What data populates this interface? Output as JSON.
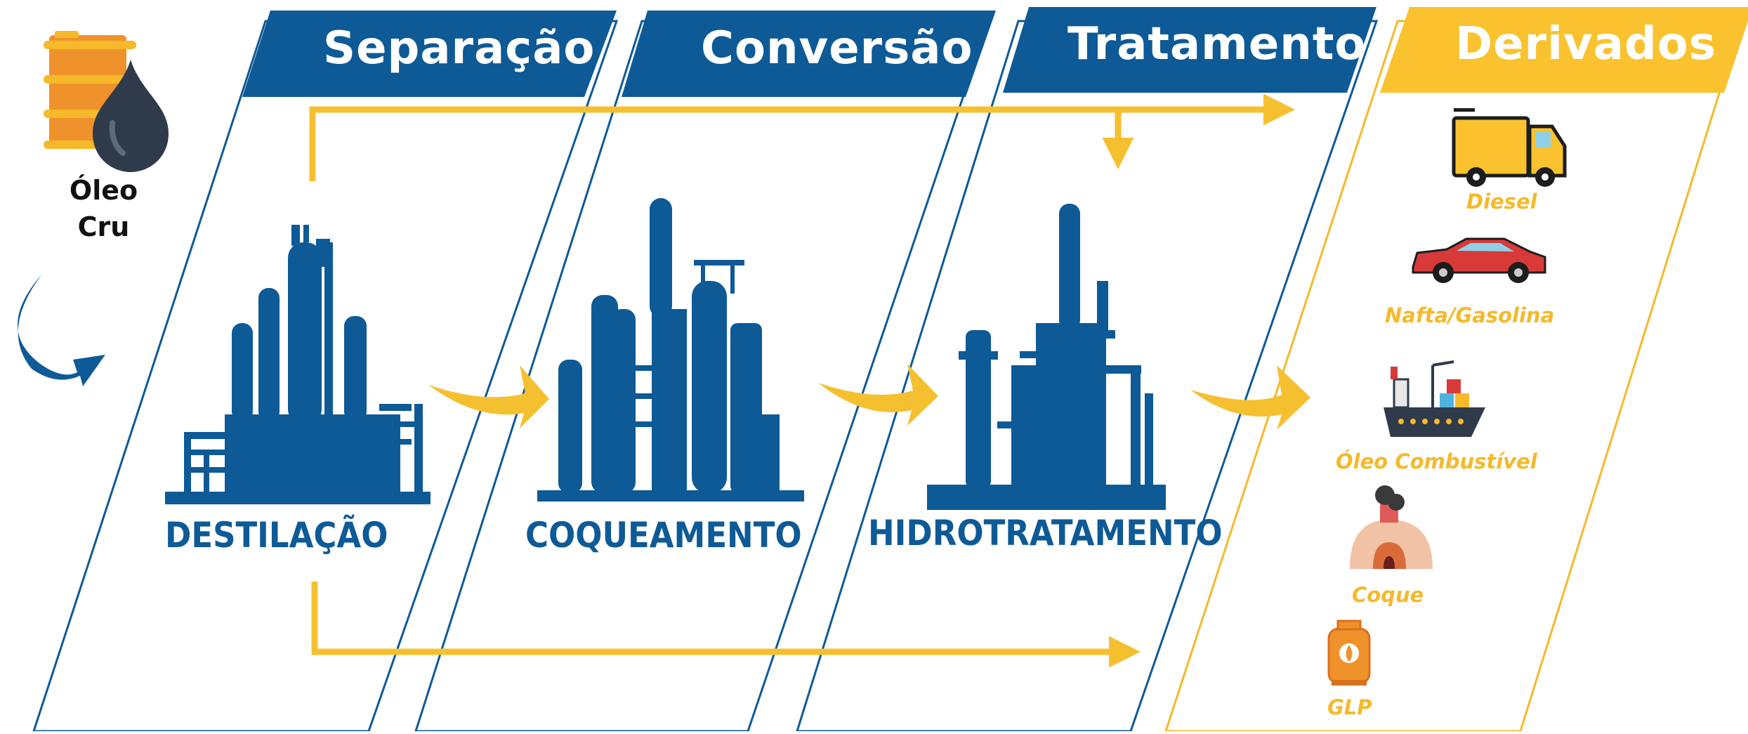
{
  "crude": {
    "line1": "Óleo",
    "line2": "Cru"
  },
  "stages": [
    {
      "header": "Separação",
      "process": "DESTILAÇÃO"
    },
    {
      "header": "Conversão",
      "process": "COQUEAMENTO"
    },
    {
      "header": "Tratamento",
      "process": "HIDROTRATAMENTO"
    }
  ],
  "derivatives": {
    "header": "Derivados",
    "items": [
      {
        "label": "Diesel",
        "icon": "truck-icon"
      },
      {
        "label": "Nafta/Gasolina",
        "icon": "car-icon"
      },
      {
        "label": "Óleo Combustível",
        "icon": "ship-icon"
      },
      {
        "label": "Coque",
        "icon": "oven-icon"
      },
      {
        "label": "GLP",
        "icon": "gas-cylinder-icon"
      }
    ]
  },
  "colors": {
    "blue": "#0e5a96",
    "yellow": "#f5b92a",
    "orange": "#f0922b",
    "dark": "#2f3b4a"
  }
}
